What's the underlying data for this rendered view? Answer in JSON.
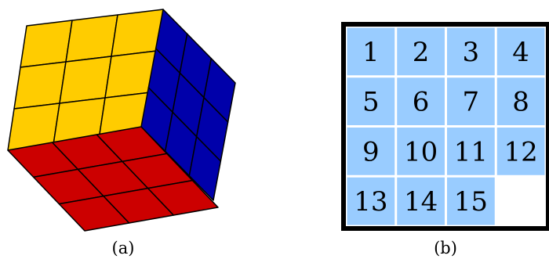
{
  "captions": {
    "left": "(a)",
    "right": "(b)"
  },
  "cube": {
    "faces": [
      {
        "name": "top-face",
        "color": "#ffcc00"
      },
      {
        "name": "right-face",
        "color": "#0000aa"
      },
      {
        "name": "bottom-face",
        "color": "#cc0000"
      }
    ],
    "grid_size": 3,
    "line_color": "#000000"
  },
  "puzzle": {
    "tiles": [
      "1",
      "2",
      "3",
      "4",
      "5",
      "6",
      "7",
      "8",
      "9",
      "10",
      "11",
      "12",
      "13",
      "14",
      "15"
    ],
    "empty_slot": 16,
    "tile_color": "#99ccff",
    "empty_color": "#ffffff",
    "frame_color": "#000000"
  }
}
